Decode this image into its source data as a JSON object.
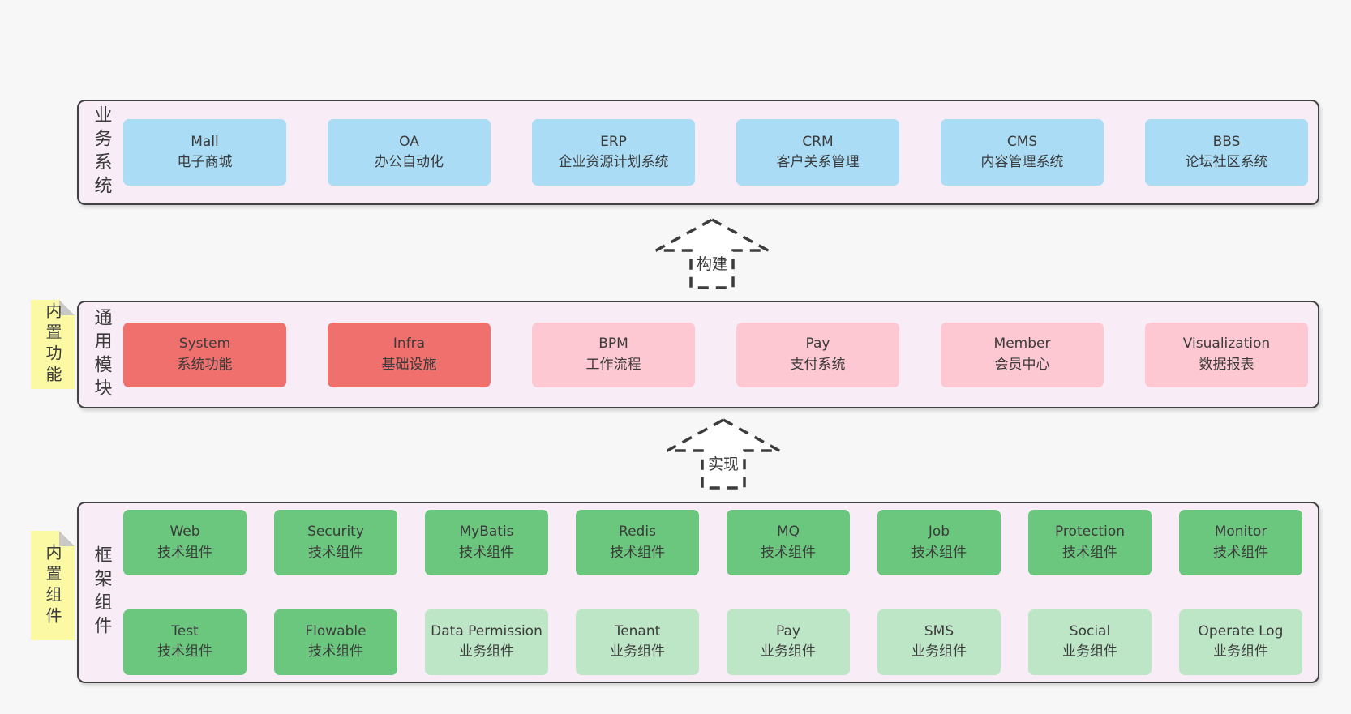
{
  "palette": {
    "page_bg": "#f7f7f7",
    "container_fill": "#f8edf6",
    "container_border": "#424242",
    "box_blue": "#aadcf6",
    "box_red": "#f0706e",
    "box_pink": "#fdc8d1",
    "box_green": "#6bc77e",
    "box_light_green": "#bde6c7",
    "sticky_yellow": "#fbf9a3",
    "sticky_fold_gray": "#c8c8c8",
    "arrow_stroke": "#3c3c3c",
    "text": "#3b3b3b"
  },
  "layers": {
    "business": {
      "label": "业务系统",
      "boxes": [
        {
          "title": "Mall",
          "subtitle": "电子商城"
        },
        {
          "title": "OA",
          "subtitle": "办公自动化"
        },
        {
          "title": "ERP",
          "subtitle": "企业资源计划系统"
        },
        {
          "title": "CRM",
          "subtitle": "客户关系管理"
        },
        {
          "title": "CMS",
          "subtitle": "内容管理系统"
        },
        {
          "title": "BBS",
          "subtitle": "论坛社区系统"
        }
      ]
    },
    "modules": {
      "label": "通用模块",
      "sticky": "内置功能",
      "boxes": [
        {
          "title": "System",
          "subtitle": "系统功能"
        },
        {
          "title": "Infra",
          "subtitle": "基础设施"
        },
        {
          "title": "BPM",
          "subtitle": "工作流程"
        },
        {
          "title": "Pay",
          "subtitle": "支付系统"
        },
        {
          "title": "Member",
          "subtitle": "会员中心"
        },
        {
          "title": "Visualization",
          "subtitle": "数据报表"
        }
      ]
    },
    "components": {
      "label": "框架组件",
      "sticky": "内置组件",
      "row1": [
        {
          "title": "Web",
          "subtitle": "技术组件"
        },
        {
          "title": "Security",
          "subtitle": "技术组件"
        },
        {
          "title": "MyBatis",
          "subtitle": "技术组件"
        },
        {
          "title": "Redis",
          "subtitle": "技术组件"
        },
        {
          "title": "MQ",
          "subtitle": "技术组件"
        },
        {
          "title": "Job",
          "subtitle": "技术组件"
        },
        {
          "title": "Protection",
          "subtitle": "技术组件"
        },
        {
          "title": "Monitor",
          "subtitle": "技术组件"
        }
      ],
      "row2": [
        {
          "title": "Test",
          "subtitle": "技术组件"
        },
        {
          "title": "Flowable",
          "subtitle": "技术组件"
        },
        {
          "title": "Data Permission",
          "subtitle": "业务组件"
        },
        {
          "title": "Tenant",
          "subtitle": "业务组件"
        },
        {
          "title": "Pay",
          "subtitle": "业务组件"
        },
        {
          "title": "SMS",
          "subtitle": "业务组件"
        },
        {
          "title": "Social",
          "subtitle": "业务组件"
        },
        {
          "title": "Operate Log",
          "subtitle": "业务组件"
        }
      ]
    }
  },
  "arrows": {
    "build": {
      "label": "构建"
    },
    "implement": {
      "label": "实现"
    }
  }
}
